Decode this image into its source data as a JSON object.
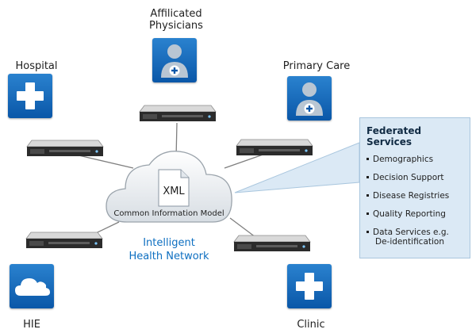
{
  "nodes": {
    "affiliated_physicians": [
      "Affilicated",
      "Physicians"
    ],
    "hospital": "Hospital",
    "primary_care": "Primary Care",
    "hie": "HIE",
    "clinic": "Clinic"
  },
  "cloud": {
    "file_label": "XML",
    "caption": "Common Information Model"
  },
  "network_label": [
    "Intelligent",
    "Health Network"
  ],
  "federated_services": {
    "title": "Federated Services",
    "items": [
      "Demographics",
      "Decision Support",
      "Disease Registries",
      "Quality Reporting"
    ],
    "last_item": [
      "Data Services e.g.",
      "De-identification"
    ]
  }
}
